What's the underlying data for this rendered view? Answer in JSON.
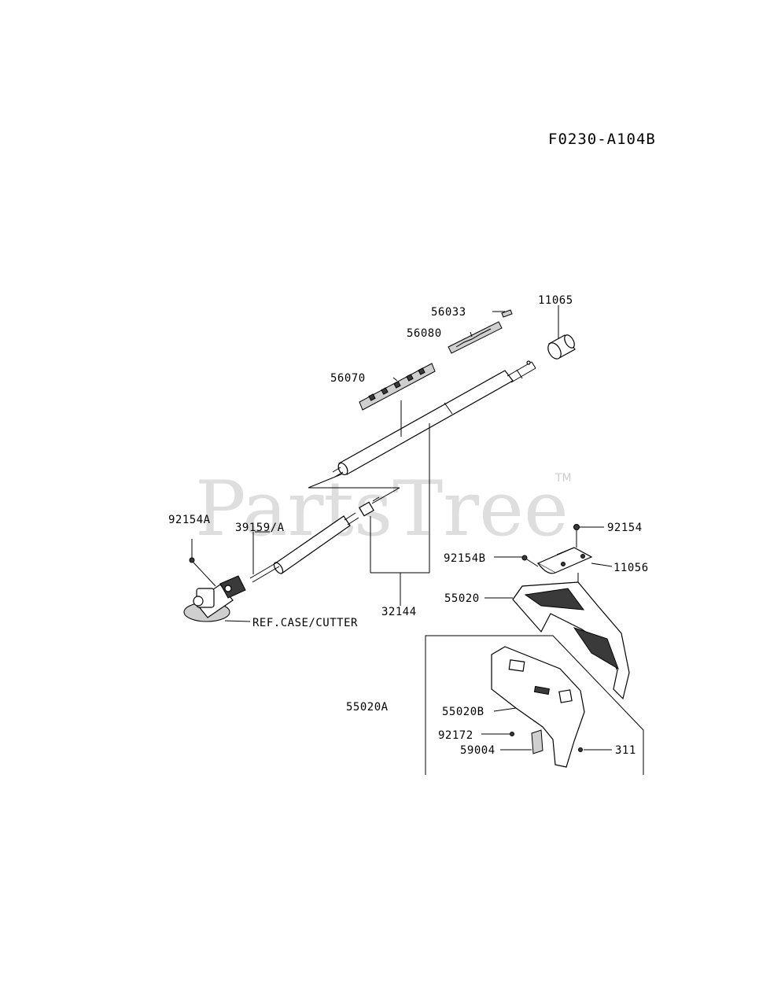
{
  "diagram": {
    "code": "F0230-A104B",
    "watermark": "PartsTree",
    "trademark": "TM",
    "labels": {
      "p56033": "56033",
      "p11065": "11065",
      "p56080": "56080",
      "p56070": "56070",
      "p92154A": "92154A",
      "p39159A": "39159/A",
      "p92154": "92154",
      "p92154B": "92154B",
      "p11056": "11056",
      "p55020": "55020",
      "p32144": "32144",
      "ref_case": "REF.CASE/CUTTER",
      "p55020A": "55020A",
      "p55020B": "55020B",
      "p92172": "92172",
      "p59004": "59004",
      "p311": "311"
    }
  }
}
